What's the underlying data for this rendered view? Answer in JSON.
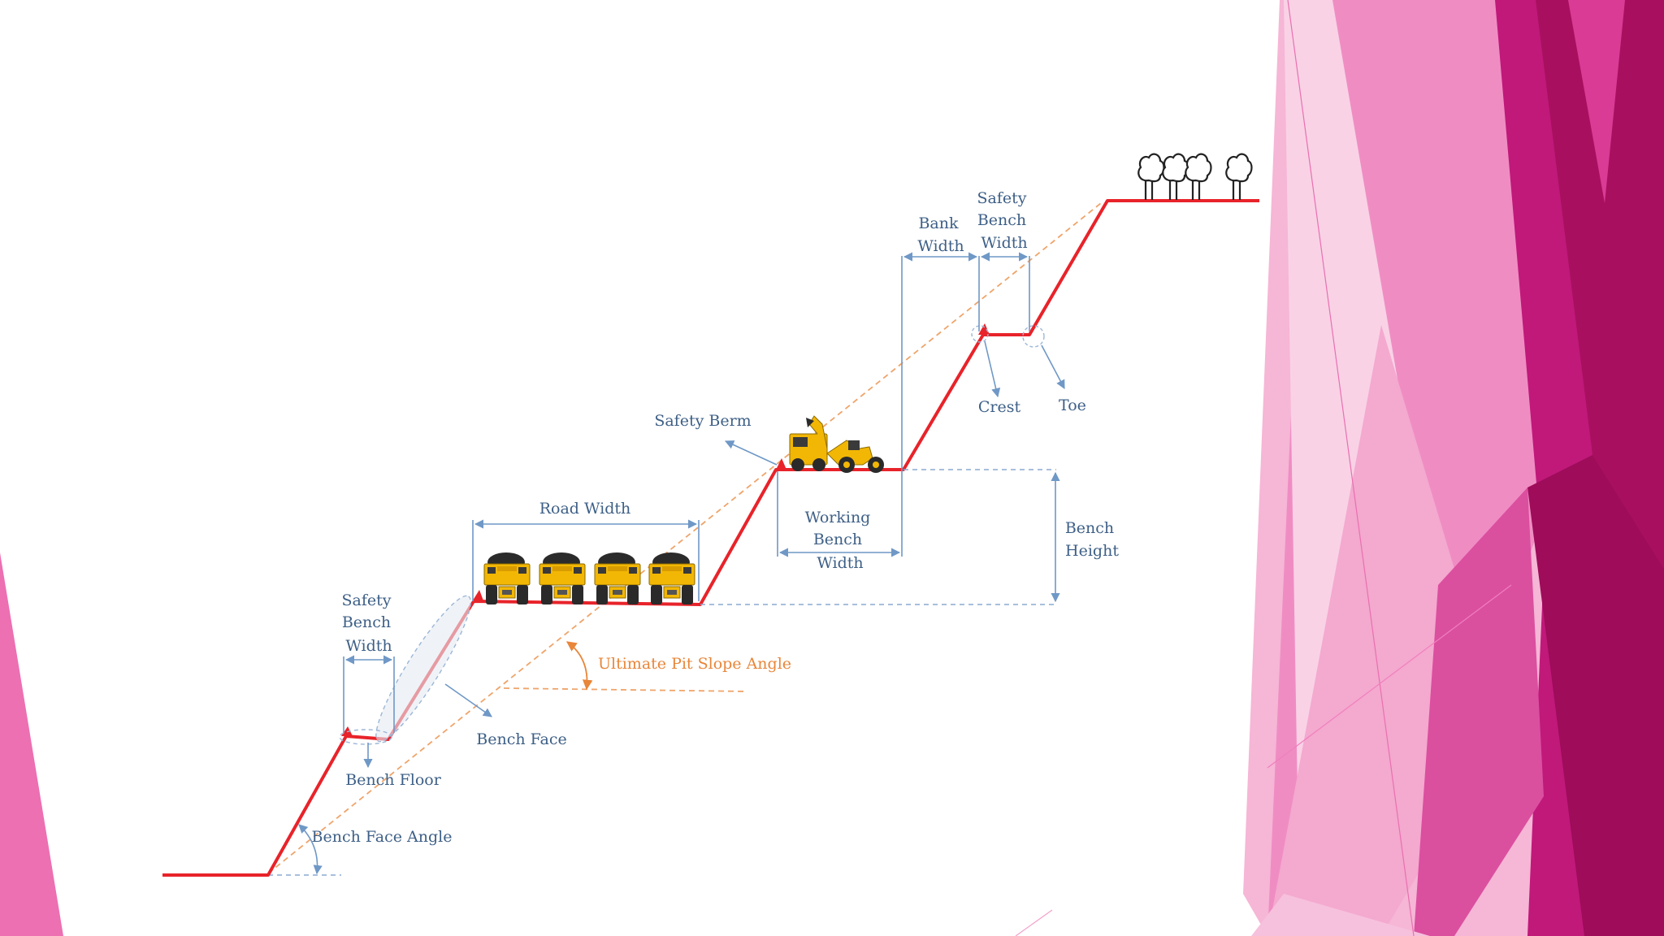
{
  "diagram": {
    "labels": {
      "road_width": "Road Width",
      "safety_berm": "Safety Berm",
      "bank_width": [
        "Bank",
        "Width"
      ],
      "safety_bench_width_top": [
        "Safety",
        "Bench",
        "Width"
      ],
      "crest": "Crest",
      "toe": "Toe",
      "working_bench_width": [
        "Working",
        "Bench",
        "Width"
      ],
      "bench_height": [
        "Bench",
        "Height"
      ],
      "safety_bench_width_bottom": [
        "Safety",
        "Bench",
        "Width"
      ],
      "ultimate_pit_slope_angle": "Ultimate Pit Slope Angle",
      "bench_face": "Bench Face",
      "bench_floor": "Bench Floor",
      "bench_face_angle": "Bench Face Angle"
    },
    "icons": {
      "truck": "haul-truck-icon",
      "loader": "wheel-loader-icon",
      "tree": "tree-icon"
    },
    "truck_count": 4,
    "tree_count": 4,
    "colors": {
      "profile": "#e8232a",
      "dimension": "#6f98c6",
      "text": "#3d5f86",
      "pit_slope": "#e8863a",
      "machine": "#f2b705",
      "deco_magenta": "#b8166e",
      "deco_pink": "#f07fbf"
    }
  }
}
